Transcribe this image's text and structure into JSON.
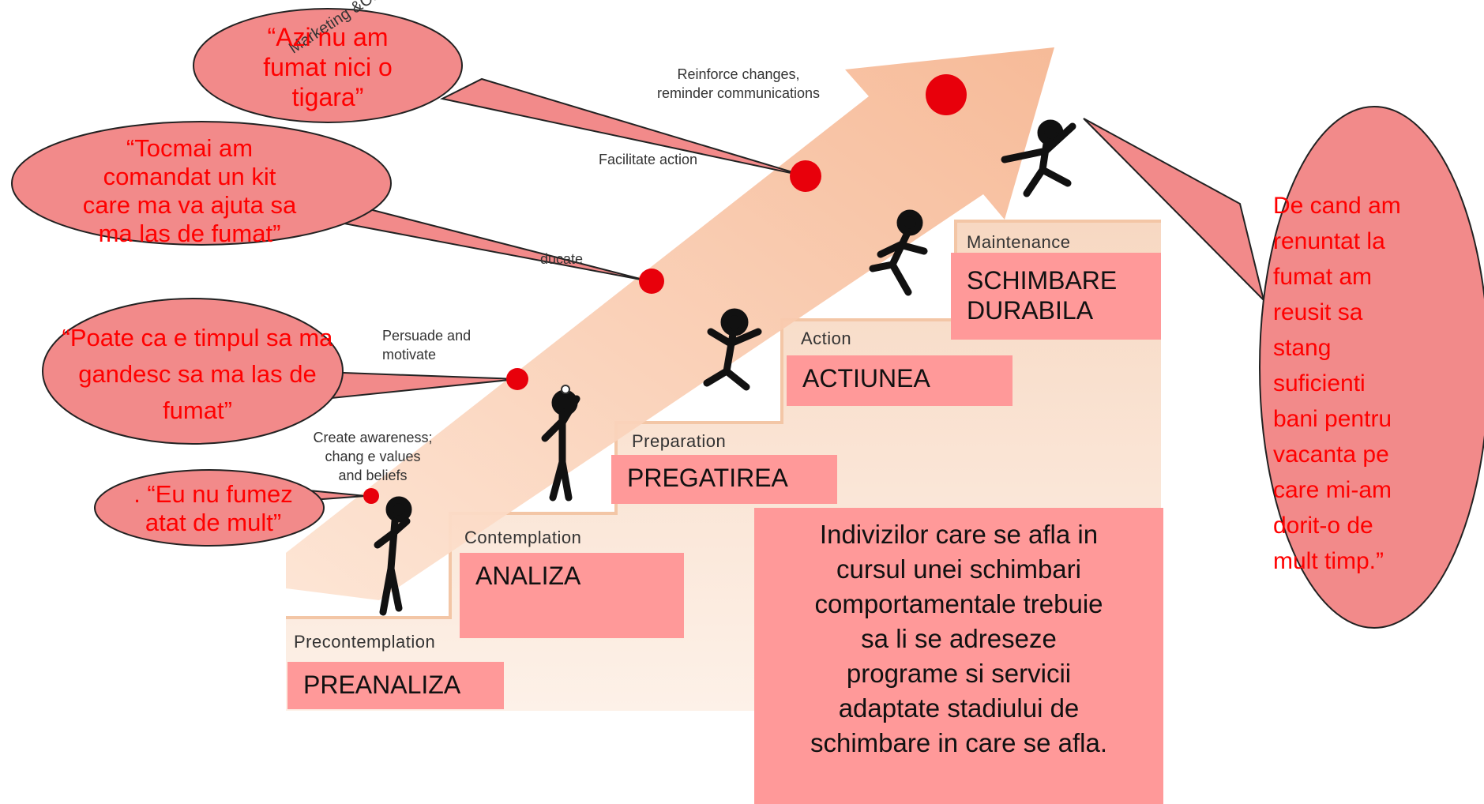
{
  "stages": {
    "precontemplation": "Precontemplation",
    "contemplation": "Contemplation",
    "preparation": "Preparation",
    "action": "Action",
    "maintenance": "Maintenance"
  },
  "romanian_stages": {
    "preanaliza": "PREANALIZA",
    "analiza": "ANALIZA",
    "pregatirea": "PREGATIREA",
    "actiunea": "ACTIUNEA",
    "schimbare_line1": "SCHIMBARE",
    "schimbare_line2": "DURABILA"
  },
  "tasks": {
    "create_awareness": [
      "Create awareness;",
      "chang e values",
      "and beliefs"
    ],
    "persuade": [
      "Persuade and",
      "motivate"
    ],
    "educate": "ducate",
    "facilitate": "Facilitate action",
    "reinforce": [
      "Reinforce changes,",
      "reminder communications"
    ],
    "diagonal": "Marketing &Communication Tasks"
  },
  "quotes": {
    "q1": [
      "“Azi nu am",
      "fumat nici o",
      "tigara”"
    ],
    "q2": [
      "“Tocmai am",
      "comandat un kit",
      "care ma va ajuta sa",
      "ma las de fumat”"
    ],
    "q3": [
      "“Poate ca e timpul sa ma",
      "gandesc sa ma las de",
      "fumat”"
    ],
    "q4": [
      ". “Eu nu fumez",
      "atat de mult”"
    ],
    "q5": [
      "De cand am",
      "renuntat la",
      "fumat am",
      "reusit sa",
      "stang",
      "suficienti",
      "bani pentru",
      "vacanta pe",
      "care mi-am",
      "dorit-o de",
      "mult timp.”"
    ]
  },
  "note": [
    "Indivizilor care se afla in",
    "cursul unei schimbari",
    "comportamentale trebuie",
    "sa li se adreseze",
    "programe si servicii",
    "adaptate stadiului de",
    "schimbare in care se afla."
  ],
  "colors": {
    "box_fill": "#ff9999",
    "callout_fill": "#f28a8a",
    "quote_text": "#ff0000",
    "arrow": "#f9c8a8",
    "dot": "#e8000b",
    "step": "#fbe6d6"
  }
}
